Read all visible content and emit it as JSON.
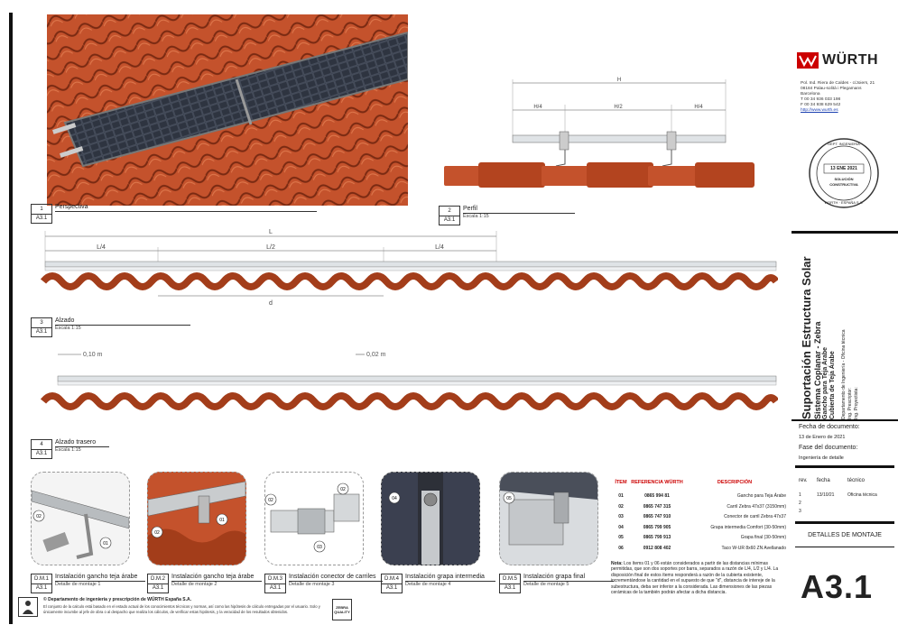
{
  "company": {
    "brand": "WÜRTH",
    "address_lines": [
      "Pol. Ind. Riera de Caldes - c/Joiers, 21",
      "08184 Palau-solità i Plegamans",
      "Barcelona",
      "T 00 34 936 033 198",
      "F 00 34 938 629 542",
      "http://www.wurth.es"
    ],
    "brand_color": "#cc0000"
  },
  "stamp": {
    "ring_top": "DEPT. INGENIERIA",
    "date": "13 ENE 2021",
    "text1": "SOLUCIÓN",
    "text2": "CONSTRUCTIVA",
    "ring_bottom": "WÜRTH · ESPAÑA S.A."
  },
  "project": {
    "title_main": "Suportación Estructura Solar",
    "subtitle1": "Sistema Coplanar - Zebra",
    "subtitle2": "Gancho para Teja Árabe",
    "subtitle3": "Cubierta de Teja Árabe",
    "dept": "Departamento de Ingeniería - Oficina técnica",
    "ing_prescriptor": "Ing. Prescriptor:",
    "ing_proyectista": "Ing. Proyectista:"
  },
  "doc": {
    "fecha_label": "Fecha de documento:",
    "fecha_value": "13 de Enero de 2021",
    "fase_label": "Fase del documento:",
    "fase_value": "Ingeniería de detalle",
    "rev_header": [
      "rev.",
      "fecha",
      "técnico"
    ],
    "revisions": [
      {
        "rev": "1",
        "fecha": "13/10/21",
        "tecnico": "Oficina técnica"
      },
      {
        "rev": "2",
        "fecha": "",
        "tecnico": ""
      },
      {
        "rev": "3",
        "fecha": "",
        "tecnico": ""
      }
    ],
    "section_label": "DETALLES DE MONTAJE",
    "sheet": "A3.1"
  },
  "views": {
    "v1": {
      "num": "1",
      "sheet": "A3.1",
      "title": "Perspectiva",
      "sub": ""
    },
    "v2": {
      "num": "2",
      "sheet": "A3.1",
      "title": "Perfil",
      "sub": "Escala 1:15"
    },
    "v3": {
      "num": "3",
      "sheet": "A3.1",
      "title": "Alzado",
      "sub": "Escala 1:15"
    },
    "v4": {
      "num": "4",
      "sheet": "A3.1",
      "title": "Alzado trasero",
      "sub": "Escala 1:15"
    }
  },
  "dims": {
    "H": "H",
    "H4a": "H/4",
    "H2": "H/2",
    "H4b": "H/4",
    "L": "L",
    "L4a": "L/4",
    "L2": "L/2",
    "L4b": "L/4",
    "d": "d",
    "gap1": "0,10 m",
    "gap2": "0,02 m"
  },
  "details": [
    {
      "code": "D.M.1",
      "sheet": "A3.1",
      "title": "Instalación gancho teja árabe",
      "sub": "Detalle de montaje 1",
      "labels": [
        "02",
        "01"
      ]
    },
    {
      "code": "D.M.2",
      "sheet": "A3.1",
      "title": "Instalación gancho teja árabe",
      "sub": "Detalle de montaje 2",
      "labels": [
        "01",
        "02"
      ]
    },
    {
      "code": "D.M.3",
      "sheet": "A3.1",
      "title": "Instalación conector de carriles",
      "sub": "Detalle de montaje 3",
      "labels": [
        "02",
        "02",
        "03"
      ]
    },
    {
      "code": "D.M.4",
      "sheet": "A3.1",
      "title": "Instalación grapa intermedia",
      "sub": "Detalle de montaje 4",
      "labels": [
        "04"
      ]
    },
    {
      "code": "D.M.5",
      "sheet": "A3.1",
      "title": "Instalación grapa final",
      "sub": "Detalle de montaje 5",
      "labels": [
        "05"
      ]
    }
  ],
  "parts": {
    "headers": [
      "ÍTEM",
      "REFERENCIA WÜRTH",
      "DESCRIPCIÓN"
    ],
    "rows": [
      {
        "item": "01",
        "ref": "0865 994 81",
        "desc": "Gancho para Teja Árabe"
      },
      {
        "item": "02",
        "ref": "0865 747 315",
        "desc": "Carril Zebra 47x37 (3150mm)"
      },
      {
        "item": "03",
        "ref": "0865 747 910",
        "desc": "Conector de carril Zebra 47x37"
      },
      {
        "item": "04",
        "ref": "0865 799 905",
        "desc": "Grapa intermedia Comfort (30-50mm)"
      },
      {
        "item": "05",
        "ref": "0865 799 913",
        "desc": "Grapa final (30-50mm)"
      },
      {
        "item": "06",
        "ref": "0912 808 402",
        "desc": "Taco W-UR 8x60 ZN Avellanado"
      }
    ],
    "note_label": "Nota:",
    "note": "Los ítems 01 y 06 están considerados a partir de las distancias mínimas permitidas, que son dos soportes por barra, separados a razón de L/4, L/2 y L/4. La disposición final de estos ítems responderá a razón de la cubierta existente, incrementándose la cantidad en el supuesto de que \"d\", distancia de intereje de la subestructura, deba ser inferior a la considerada. Las dimensiones de las piezas cerámicas de la también podrán afectar a dicha distancia."
  },
  "footer": {
    "copyright": "Departamento de ingeniería y prescripción de WÜRTH España S.A.",
    "disclaimer": "El conjunto de la calculo está basado en el estado actual de los conocimientos técnicos y normas, así como las hipótesis de cálculo entregadas por el usuario. Solo y únicamente incumbe al jefe de obra o al despacho que realiza los cálculos, de verificar estas hipótesis, y la veracidad de los resultados obtenidos.",
    "zebra1": "ZEBRA",
    "zebra2": "QUALITY"
  }
}
